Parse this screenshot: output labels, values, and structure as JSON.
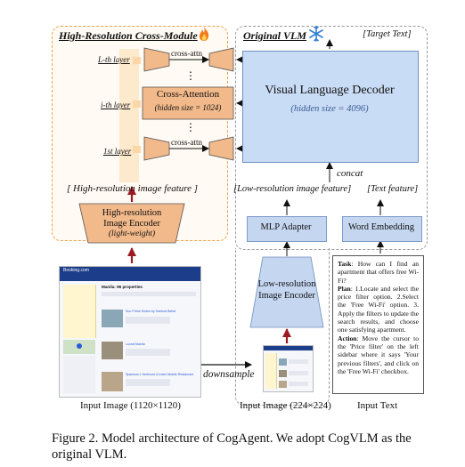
{
  "high_res_module": {
    "title": "High-Resolution Cross-Module",
    "fire_icon": "fire-icon",
    "layers": [
      "L-th layer",
      "i-th layer",
      "1st layer"
    ],
    "dots": "⋮",
    "cross_attn_label": "cross-attn",
    "cross_attention_title": "Cross-Attention",
    "cross_attention_sub": "(hidden size = 1024)",
    "feature_label": "[ High-resolution image feature ]",
    "encoder_title_1": "High-resolution",
    "encoder_title_2": "Image Encoder",
    "encoder_sub": "(light-weight)"
  },
  "original_vlm": {
    "title": "Original VLM",
    "snowflake_icon": "snowflake-icon",
    "target_text": "[Target Text]",
    "decoder_title": "Visual Language Decoder",
    "decoder_sub": "(hidden size = 4096)",
    "concat": "concat",
    "low_res_feature": "[Low-resolution image feature]",
    "text_feature": "[Text feature]",
    "mlp_adapter": "MLP Adapter",
    "word_embedding": "Word Embedding",
    "low_res_encoder_1": "Low-resolution",
    "low_res_encoder_2": "Image Encoder"
  },
  "task": {
    "task_label": "Task",
    "task_text": ": How can I find an apartment that offers free Wi-Fi?",
    "plan_label": "Plan",
    "plan_text": ": 1.Locate and select the price filter option. 2.Select the 'Free Wi-Fi' option. 3. Apply the filters to update the search results, and choose one satisfying apartment.",
    "action_label": "Action",
    "action_text": ": Move the cursor to the 'Price filter' on the left sidebar where it says 'Your previous filters', and click on the 'Free Wi-Fi' checkbox."
  },
  "inputs": {
    "downsample": "downsample",
    "input_image_large": "Input Image (1120×1120)",
    "input_image_small": "Input Image (224×224)",
    "input_text": "Input Text"
  },
  "screenshot": {
    "site_name": "Booking.com",
    "result_heading": "Manila: 96 properties",
    "hotel_1": "Sun Prime Suites by Sanford Beboi",
    "hotel_2": "Lucrat Manila",
    "hotel_3": "Spacious 1 bedroom & Index Mobile Restaurant by AreaBotels"
  },
  "caption": "Figure 2. Model architecture of CogAgent. We adopt CogVLM as the original VLM.",
  "colors": {
    "orange_dash": "#f0a24a",
    "trapezoid_orange": "#f2b98a",
    "decoder_blue": "#c9dcf5",
    "arrow_red": "#9b1b24",
    "blue_box": "#c5d6f0"
  }
}
